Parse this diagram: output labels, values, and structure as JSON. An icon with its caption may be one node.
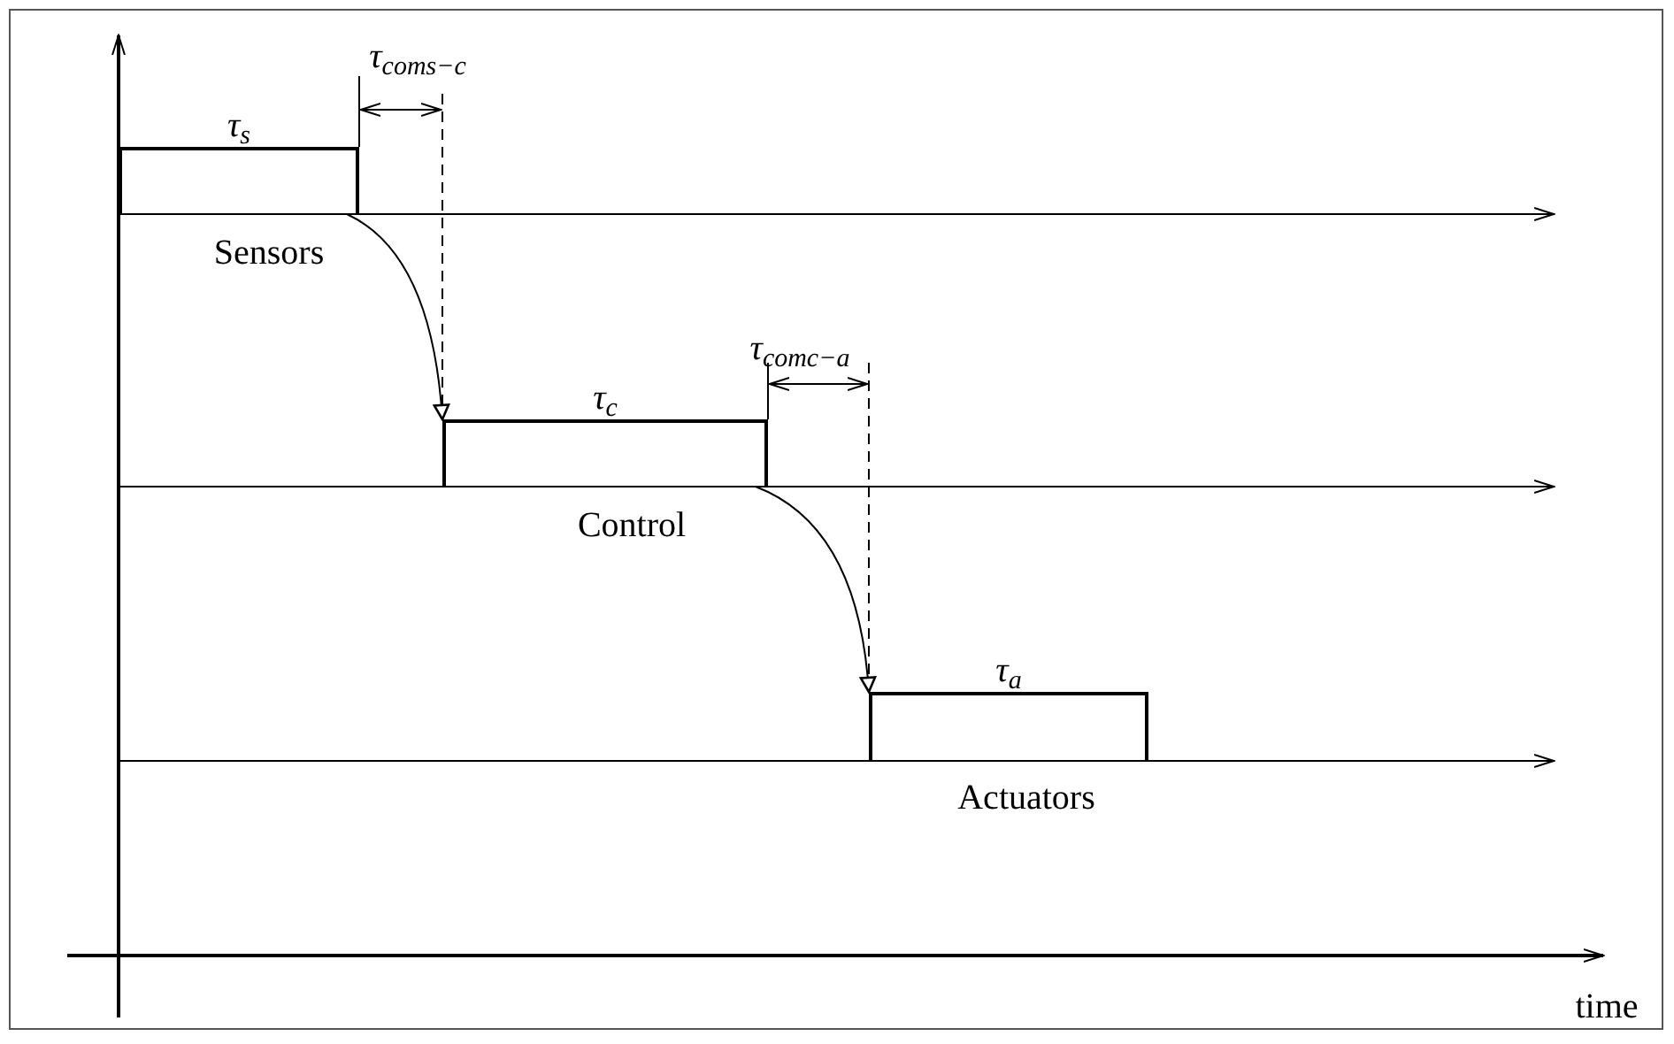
{
  "diagram": {
    "nodes": [
      {
        "text": [
          "τ$_{s}$"
        ]
      },
      {
        "text": [
          "τ$_{c}$"
        ]
      },
      {
        "text": [
          "τ$_{a}$"
        ]
      }
    ],
    "edges": [
      {
        "from": 0,
        "to": 1,
        "arrow": "to"
      },
      {
        "from": 1,
        "to": 2,
        "arrow": "to"
      }
    ],
    "labels": [
      "τ$_{coms−c}$",
      "Sensors",
      "τ$_{comc−a}$",
      "Control",
      "Actuators",
      "time"
    ]
  }
}
